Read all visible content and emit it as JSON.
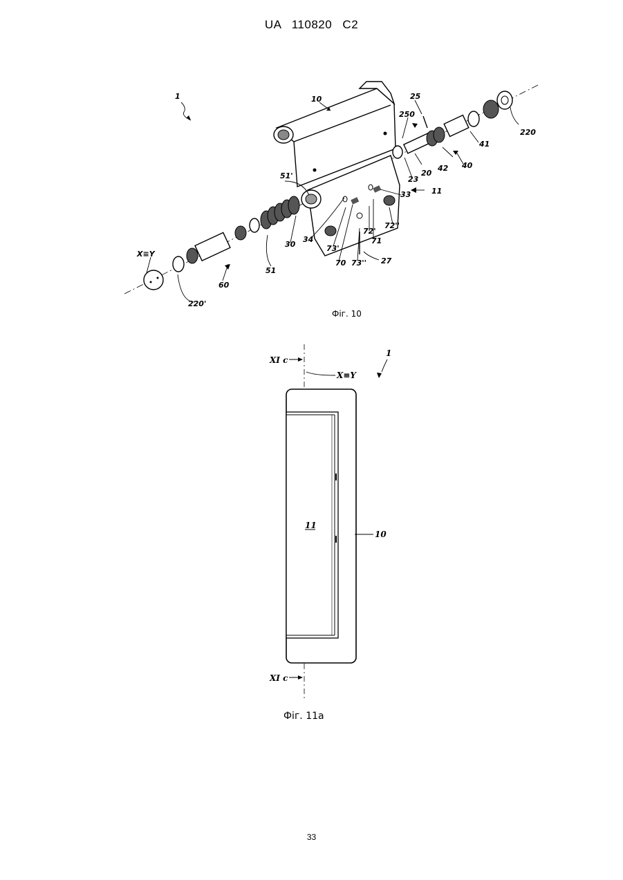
{
  "header": {
    "doc_id": "UA 110820 C2"
  },
  "fig10": {
    "caption": "Фіг. 10",
    "labels": {
      "l1": "1",
      "l10": "10",
      "l25": "25",
      "l250": "250",
      "l220": "220",
      "l41": "41",
      "l42": "42",
      "l40": "40",
      "l20": "20",
      "l23": "23",
      "l51p": "51'",
      "l33": "33",
      "l11": "11",
      "l72pp": "72''",
      "l72p": "72'",
      "l71": "71",
      "l34": "34",
      "l73p": "73'",
      "l70": "70",
      "l73pp": "73''",
      "l27": "27",
      "l30": "30",
      "l51": "51",
      "l60": "60",
      "lxy": "X≡Y",
      "l220p": "220'"
    }
  },
  "fig11a": {
    "caption": "Фіг. 11a",
    "labels": {
      "xic_top": "XI c",
      "xy": "X≡Y",
      "l1": "1",
      "l11": "11",
      "l10": "10",
      "xic_bottom": "XI c"
    }
  },
  "page_number": "33"
}
